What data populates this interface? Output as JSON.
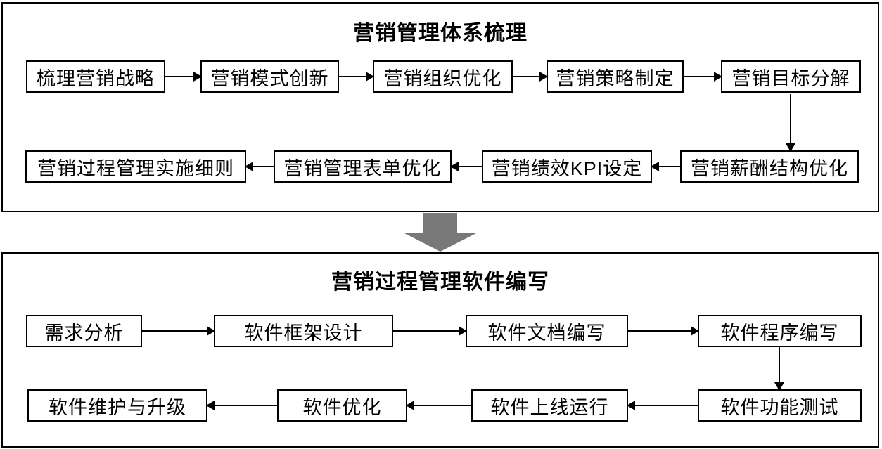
{
  "colors": {
    "background": "#ffffff",
    "panel_border": "#000000",
    "node_border": "#000000",
    "arrow": "#000000",
    "big_down_arrow": "#787878",
    "text": "#000000"
  },
  "icons": {
    "big_down_arrow": "solid gray downward block arrow between the two panels"
  },
  "panels": [
    {
      "title": "营销管理体系梳理",
      "rows": [
        {
          "direction": "right",
          "nodes": [
            "梳理营销战略",
            "营销模式创新",
            "营销组织优化",
            "营销策略制定",
            "营销目标分解"
          ]
        },
        {
          "direction": "left",
          "nodes": [
            "营销过程管理实施细则",
            "营销管理表单优化",
            "营销绩效KPI设定",
            "营销薪酬结构优化"
          ]
        }
      ]
    },
    {
      "title": "营销过程管理软件编写",
      "rows": [
        {
          "direction": "right",
          "nodes": [
            "需求分析",
            "软件框架设计",
            "软件文档编写",
            "软件程序编写"
          ]
        },
        {
          "direction": "left",
          "nodes": [
            "软件维护与升级",
            "软件优化",
            "软件上线运行",
            "软件功能测试"
          ]
        }
      ]
    }
  ]
}
